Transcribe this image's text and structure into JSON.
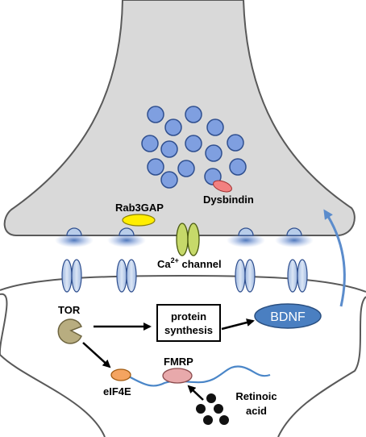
{
  "labels": {
    "dysbindin": "Dysbindin",
    "rab3gap": "Rab3GAP",
    "ca_channel_base": "Ca",
    "ca_channel_sup": "2+",
    "ca_channel_rest": " channel",
    "tor": "TOR",
    "protein_synthesis_line1": "protein",
    "protein_synthesis_line2": "synthesis",
    "bdnf": "BDNF",
    "fmrp": "FMRP",
    "eif4e": "eIF4E",
    "retinoic_acid_line1": "Retinoic",
    "retinoic_acid_line2": "acid"
  },
  "colors": {
    "membrane_fill": "#d9d9d9",
    "membrane_stroke": "#595959",
    "vesicle": "#7f9fe0",
    "vesicle_stroke": "#2f4f8f",
    "channel": "#b8cdea",
    "ca_channel": "#c6d96a",
    "rab3gap": "#ffee00",
    "dysbindin": "#f28080",
    "bdnf": "#4a7fc1",
    "tor": "#b8ad80",
    "eif4e": "#f4a460",
    "fmrp": "#e8a9ab",
    "mrna": "#4a86c8",
    "arrow": "#000000",
    "bdnf_arrow": "#5b8ccc"
  },
  "icons": [
    "synaptic-vesicle",
    "receptor-channel",
    "pac-man-tor",
    "retinoic-acid-dots"
  ]
}
